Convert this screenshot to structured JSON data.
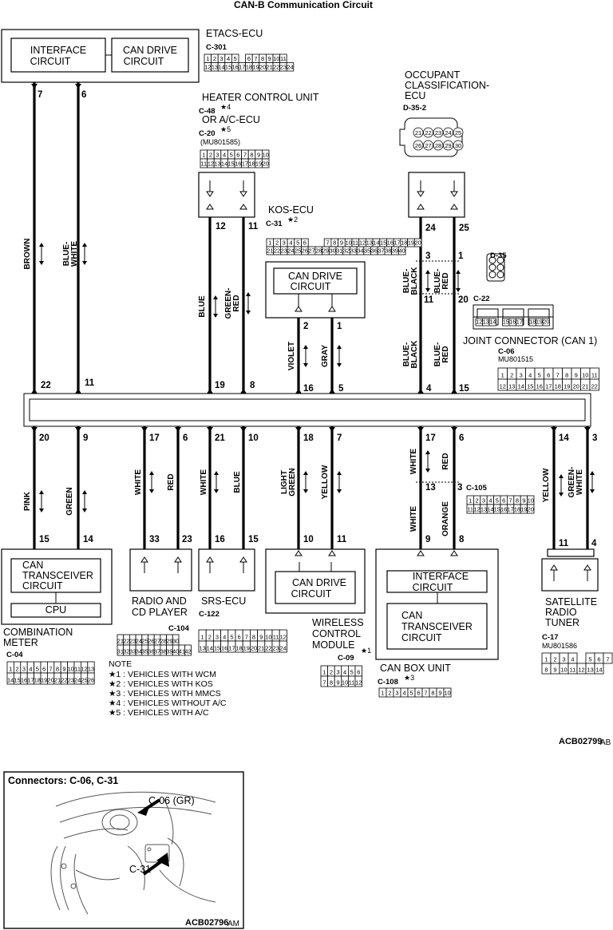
{
  "title": "CAN-B Communication Circuit",
  "etacs": {
    "name": "ETACS-ECU",
    "conn": "C-301",
    "block1": "INTERFACE CIRCUIT",
    "block2": "CAN DRIVE CIRCUIT",
    "pins": [
      "7",
      "6"
    ],
    "wires": [
      "BROWN",
      "BLUE-WHITE"
    ]
  },
  "heater": {
    "name": "HEATER CONTROL UNIT",
    "conn1": "C-48",
    "note1": "★4",
    "alt": "OR A/C-ECU",
    "conn2": "C-20",
    "note2": "★5",
    "part": "(MU801585)",
    "pins": [
      "12",
      "11"
    ],
    "wires": [
      "BLUE",
      "GREEN-RED"
    ]
  },
  "kos": {
    "name": "KOS-ECU",
    "conn": "C-31",
    "note": "★2",
    "block": "CAN DRIVE CIRCUIT",
    "pins": [
      "2",
      "1"
    ],
    "wires": [
      "VIOLET",
      "GRAY"
    ]
  },
  "occupant": {
    "name": "OCCUPANT CLASSIFICATION-ECU",
    "conn": "D-35-2",
    "pins": [
      "24",
      "25"
    ],
    "mid_pins": [
      "3",
      "1",
      "11",
      "20"
    ],
    "mid_conn": "D-35",
    "wires": [
      "BLUE-BLACK",
      "BLUE-RED"
    ],
    "wires_lower": [
      "BLUE-BLACK",
      "BLUE-RED"
    ]
  },
  "joint": {
    "name": "JOINT CONNECTOR (CAN 1)",
    "conn_top": "C-22",
    "conn": "C-06",
    "part": "MU801515",
    "top_pins": [
      "22",
      "11",
      "19",
      "8",
      "16",
      "5",
      "4",
      "15"
    ],
    "bottom_pins": [
      "20",
      "9",
      "17",
      "6",
      "21",
      "10",
      "18",
      "7",
      "17",
      "6",
      "14",
      "3"
    ]
  },
  "combination": {
    "name": "COMBINATION METER",
    "conn": "C-04",
    "block1": "CAN TRANSCEIVER CIRCUIT",
    "block2": "CPU",
    "pins": [
      "15",
      "14"
    ],
    "wires": [
      "PINK",
      "GREEN"
    ]
  },
  "radio": {
    "name": "RADIO AND CD PLAYER",
    "conn": "C-104",
    "pins": [
      "33",
      "23"
    ],
    "wires": [
      "WHITE",
      "RED"
    ]
  },
  "srs": {
    "name": "SRS-ECU",
    "conn": "C-122",
    "pins": [
      "16",
      "15"
    ],
    "wires": [
      "WHITE",
      "BLUE"
    ]
  },
  "wireless": {
    "name": "WIRELESS CONTROL MODULE",
    "note": "★1",
    "conn": "C-09",
    "block": "CAN DRIVE CIRCUIT",
    "pins": [
      "10",
      "11"
    ],
    "wires": [
      "LIGHT GREEN",
      "YELLOW"
    ]
  },
  "canbox": {
    "name": "CAN BOX UNIT",
    "note": "★3",
    "conn": "C-108",
    "conn_mid": "C-105",
    "block1": "INTERFACE CIRCUIT",
    "block2": "CAN TRANSCEIVER CIRCUIT",
    "pins": [
      "9",
      "8"
    ],
    "mid_pins": [
      "13",
      "3"
    ],
    "wires_upper": [
      "WHITE",
      "RED"
    ],
    "wires_lower": [
      "WHITE",
      "ORANGE"
    ]
  },
  "satellite": {
    "name": "SATELLITE RADIO TUNER",
    "conn": "C-17",
    "part": "MU801586",
    "pins": [
      "11",
      "4"
    ],
    "wires": [
      "YELLOW",
      "GREEN-WHITE"
    ]
  },
  "notes": {
    "heading": "NOTE",
    "items": [
      "★1 : VEHICLES WITH WCM",
      "★2 : VEHICLES WITH KOS",
      "★3 : VEHICLES WITH MMCS",
      "★4 : VEHICLES WITHOUT A/C",
      "★5 : VEHICLES WITH A/C"
    ]
  },
  "diagram_code": {
    "main": "ACB02799",
    "suffix": "AB"
  },
  "inset": {
    "title": "Connectors: C-06, C-31",
    "label1": "C-06 (GR)",
    "label2": "C-31",
    "code": "ACB02796",
    "suffix": "AM"
  }
}
